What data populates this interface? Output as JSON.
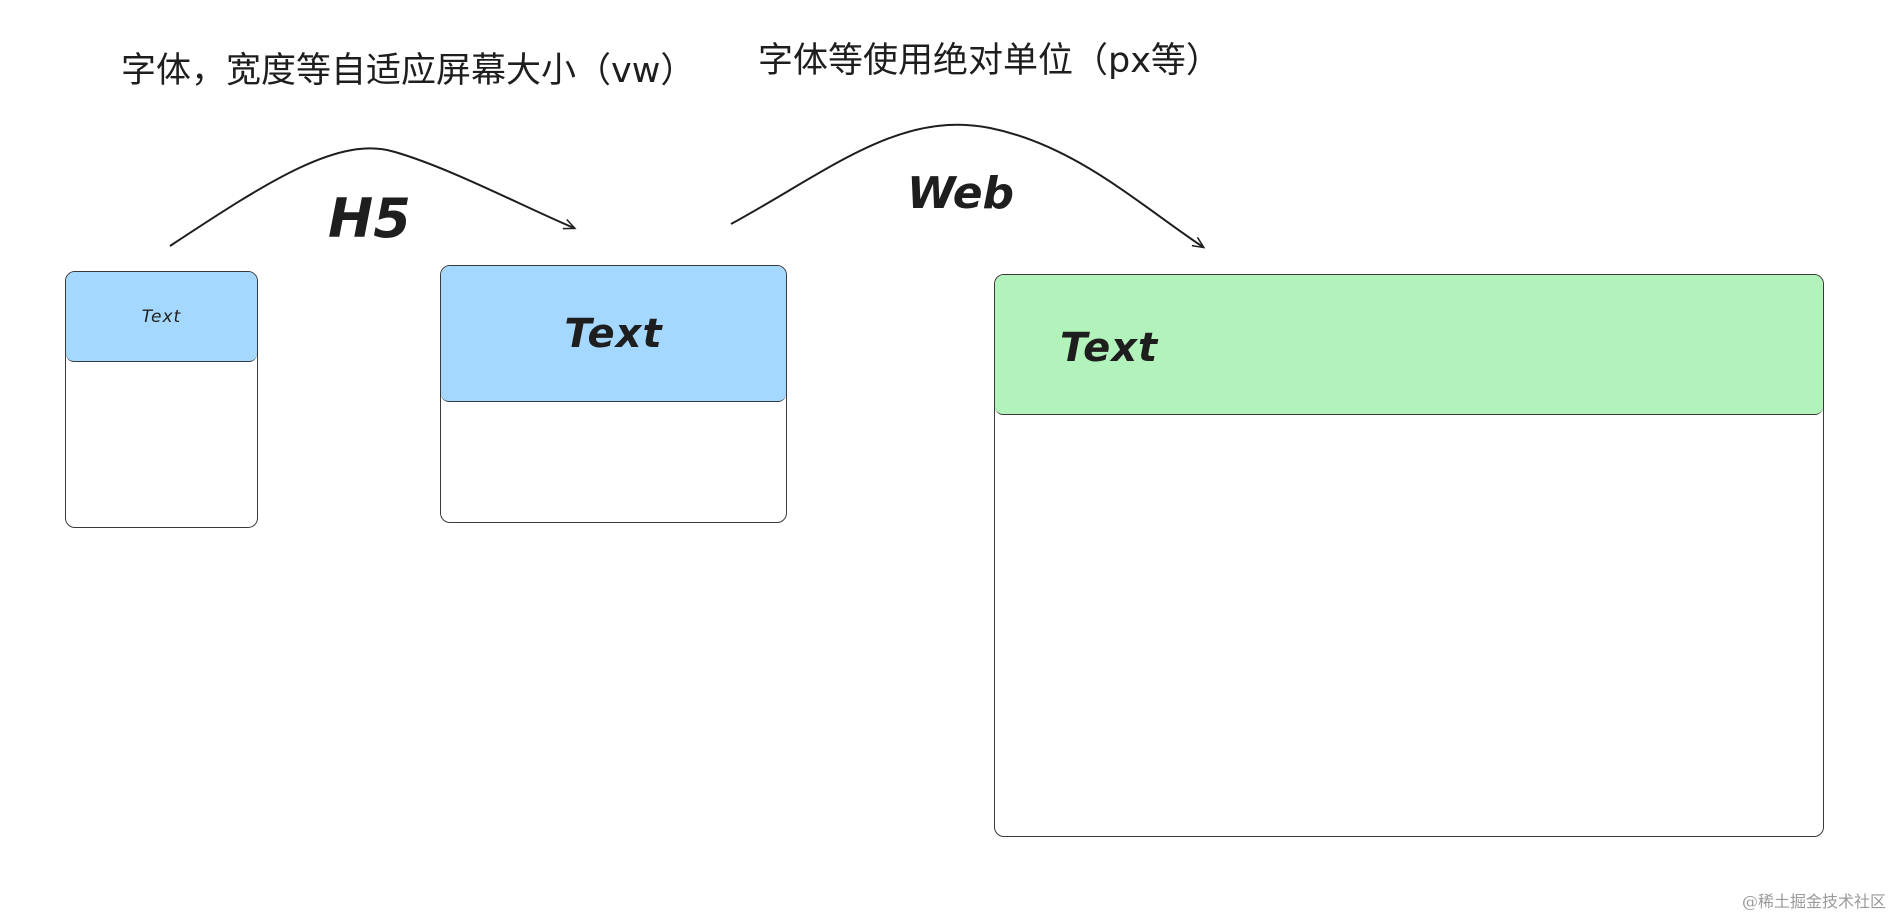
{
  "captions": {
    "left": "字体，宽度等自适应屏幕大小（vw）",
    "right": "字体等使用绝对单位（px等）"
  },
  "arrows": {
    "h5_label": "H5",
    "web_label": "Web"
  },
  "frames": {
    "small": {
      "header_text": "Text",
      "header_color": "#a5d8ff"
    },
    "mid": {
      "header_text": "Text",
      "header_color": "#a5d8ff"
    },
    "web": {
      "header_text": "Text",
      "header_color": "#b2f2bb"
    }
  },
  "watermark": "@稀土掘金技术社区"
}
